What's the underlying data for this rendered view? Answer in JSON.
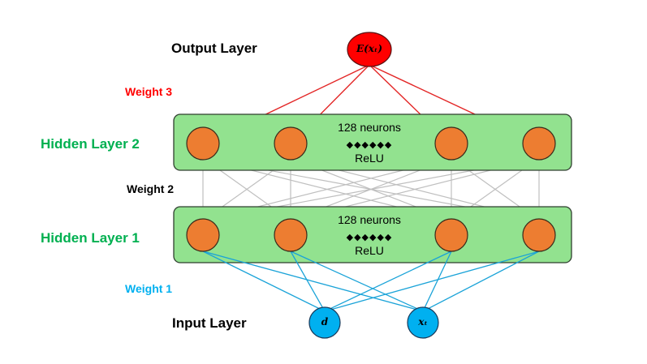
{
  "labels": {
    "output_layer": "Output Layer",
    "input_layer": "Input Layer",
    "hidden_layer_2": "Hidden Layer 2",
    "hidden_layer_1": "Hidden Layer 1",
    "weight_3": "Weight 3",
    "weight_2": "Weight 2",
    "weight_1": "Weight 1"
  },
  "hidden2": {
    "neurons": "128 neurons",
    "dots": "◆◆◆◆◆◆",
    "activation": "ReLU"
  },
  "hidden1": {
    "neurons": "128 neurons",
    "dots": "◆◆◆◆◆◆",
    "activation": "ReLU"
  },
  "nodes": {
    "output": "E(xₜ)",
    "input_d": "d",
    "input_xt": "xₜ"
  },
  "colors": {
    "output_node": "#ff0000",
    "hidden_node": "#ed7d31",
    "input_node": "#00b0f0",
    "layer_box": "#92e28f",
    "weight1_line": "#1aa3d8",
    "weight2_line": "#bfbfbf",
    "weight3_line": "#e32626",
    "hidden_label": "#00b050"
  }
}
